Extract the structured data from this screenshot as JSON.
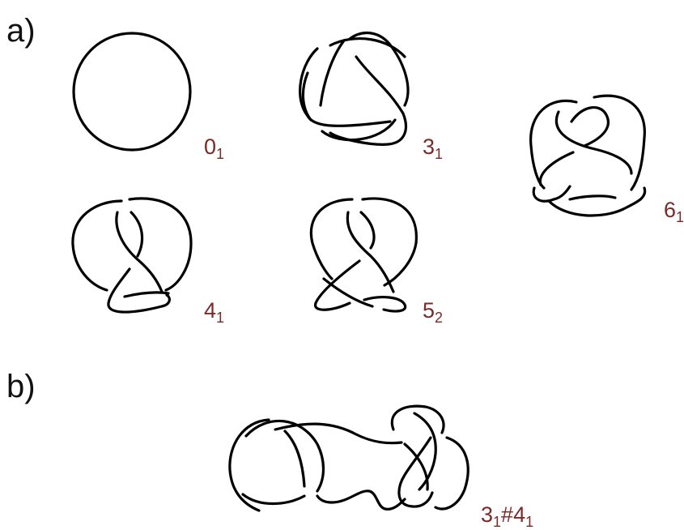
{
  "panels": {
    "a": "a)",
    "b": "b)"
  },
  "knots": {
    "unknot": {
      "main": "0",
      "sub": "1"
    },
    "trefoil": {
      "main": "3",
      "sub": "1"
    },
    "six_one": {
      "main": "6",
      "sub": "1"
    },
    "figure8": {
      "main": "4",
      "sub": "1"
    },
    "five_two": {
      "main": "5",
      "sub": "2"
    },
    "composite": {
      "main1": "3",
      "sub1": "1",
      "join": "#4",
      "sub2": "1"
    }
  },
  "colors": {
    "label": "#7a2a28",
    "strand": "#000000"
  }
}
